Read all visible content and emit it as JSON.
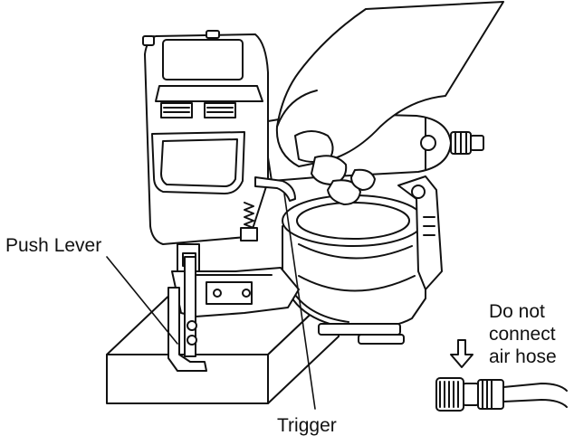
{
  "labels": {
    "push_lever": "Push Lever",
    "trigger": "Trigger",
    "warning": [
      "Do not",
      "connect",
      "air hose"
    ]
  },
  "colors": {
    "stroke": "#111111",
    "fill": "#ffffff"
  },
  "icons": {
    "arrow": "down-arrow-icon",
    "connector": "air-hose-connector-icon"
  }
}
